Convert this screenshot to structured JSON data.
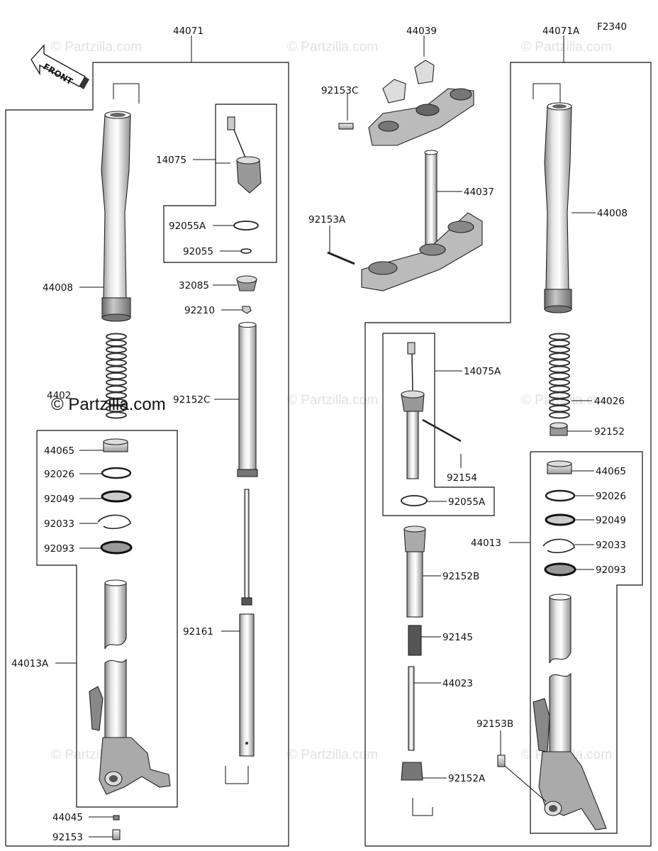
{
  "diagram_code": "F2340",
  "front_label": "FRONT",
  "watermarks": {
    "main": "© Partzilla.com",
    "faded": "© Partzilla.com"
  },
  "colors": {
    "part_fill_light": "#d9d9d9",
    "part_fill_mid": "#b3b3b3",
    "part_fill_dark": "#555555",
    "line": "#111111"
  },
  "labels": {
    "l44071": "44071",
    "l44039": "44039",
    "l44071A": "44071A",
    "l92153C": "92153C",
    "l14075": "14075",
    "l92055A_top": "92055A",
    "l92055": "92055",
    "l32085": "32085",
    "l92210": "92210",
    "l44008_left": "44008",
    "l44026_left": "4402",
    "l92152C": "92152C",
    "l44065_left": "44065",
    "l92026_left": "92026",
    "l92049_left": "92049",
    "l92033_left": "92033",
    "l92093_left": "92093",
    "l44013A": "44013A",
    "l92161": "92161",
    "l44045": "44045",
    "l92153": "92153",
    "l44037": "44037",
    "l92153A": "92153A",
    "l44008_right": "44008",
    "l14075A": "14075A",
    "l44026_right": "44026",
    "l92152": "92152",
    "l92154": "92154",
    "l92055A_mid": "92055A",
    "l44065_right": "44065",
    "l92026_right": "92026",
    "l92049_right": "92049",
    "l44013": "44013",
    "l92033_right": "92033",
    "l92093_right": "92093",
    "l92152B": "92152B",
    "l92145": "92145",
    "l44023": "44023",
    "l92153B": "92153B",
    "l92152A": "92152A"
  }
}
